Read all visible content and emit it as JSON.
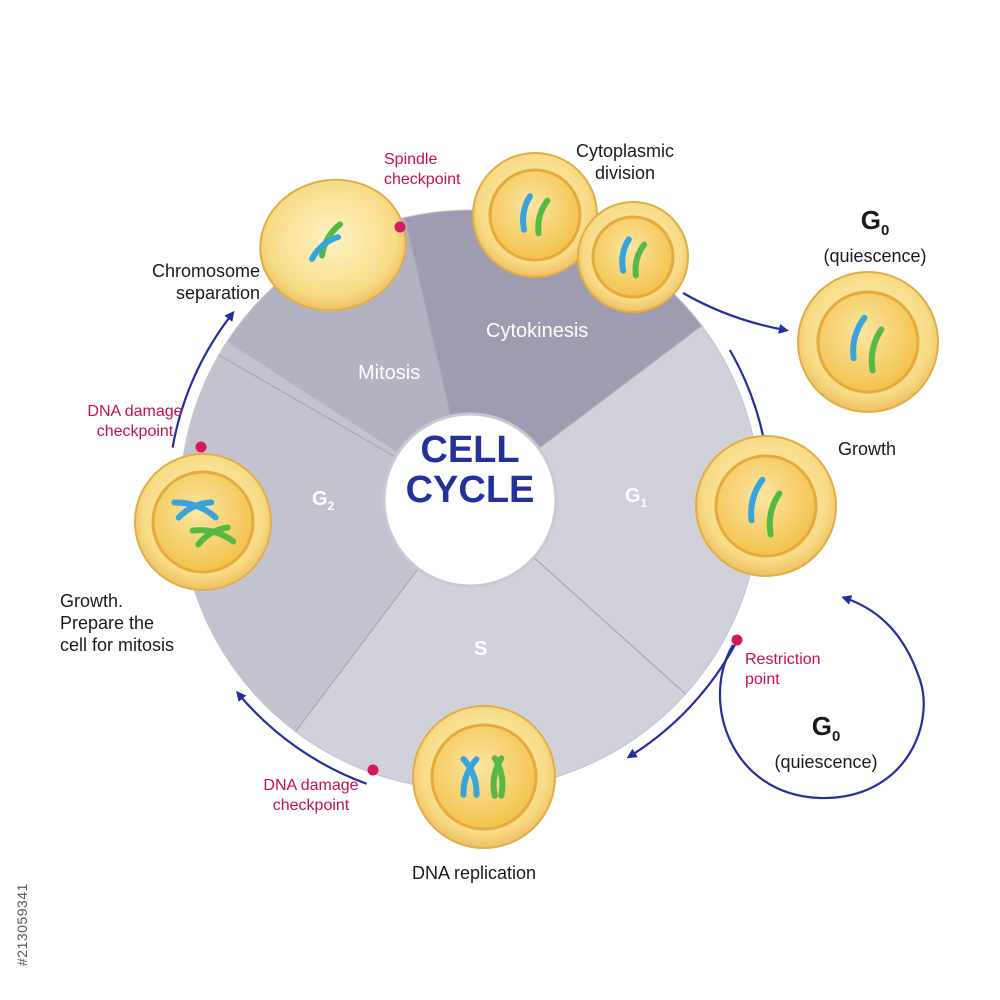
{
  "center": {
    "line1": "CELL",
    "line2": "CYCLE"
  },
  "phases": {
    "mitosis": "Mitosis",
    "cytokinesis": "Cytokinesis",
    "g1": {
      "main": "G",
      "sub": "1"
    },
    "g2": {
      "main": "G",
      "sub": "2"
    },
    "s": "S"
  },
  "labels": {
    "cytoplasmic_division": [
      "Cytoplasmic",
      "division"
    ],
    "chromosome_separation": [
      "Chromosome",
      "separation"
    ],
    "growth": "Growth",
    "growth_prepare": [
      "Growth.",
      "Prepare the",
      "cell for mitosis"
    ],
    "dna_replication": "DNA replication"
  },
  "checkpoints": {
    "spindle": [
      "Spindle",
      "checkpoint"
    ],
    "dna_damage_top": [
      "DNA damage",
      "checkpoint"
    ],
    "dna_damage_bottom": [
      "DNA damage",
      "checkpoint"
    ],
    "restriction": [
      "Restriction",
      "point"
    ]
  },
  "g0_top": {
    "sym": "G",
    "sub": "0",
    "desc": "(quiescence)"
  },
  "g0_bottom": {
    "sym": "G",
    "sub": "0",
    "desc": "(quiescence)"
  },
  "stock_id": "#213059341",
  "colors": {
    "ring_light": "#d1d1db",
    "sector_mitosis": "#b2b2c2",
    "sector_cytokinesis": "#9f9cb1",
    "sector_g2": "#c3c3d0",
    "arrow": "#232f9c",
    "checkpoint_dot": "#d6195a",
    "cell_fill": "#f9dd86",
    "cell_border": "#e3ad45",
    "nucleus": "#f6c94a",
    "chromosome_blue": "#38a4dc",
    "chromosome_green": "#56b947",
    "text_center": "#25319b",
    "checkpoint_text": "#c8104a"
  }
}
